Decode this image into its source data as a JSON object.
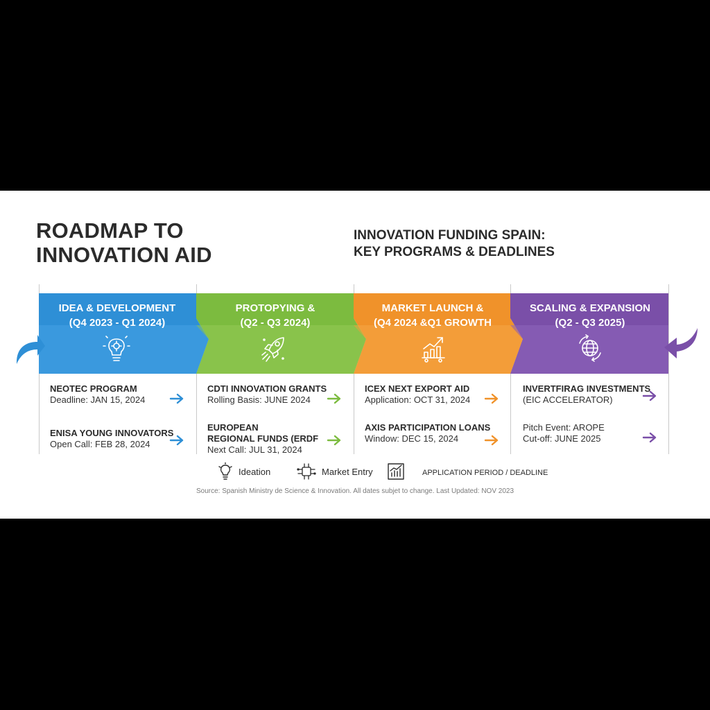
{
  "header": {
    "title_line1": "ROADMAP TO",
    "title_line2": "INNOVATION AID",
    "subtitle_line1": "INNOVATION FUNDING SPAIN:",
    "subtitle_line2": "KEY PROGRAMS & DEADLINES"
  },
  "colors": {
    "blue": "#2e8fd6",
    "green": "#7cbb3f",
    "orange": "#f0922a",
    "purple": "#7a4fa8",
    "text": "#2b2b2b",
    "divider": "#c9c9c9"
  },
  "phases": [
    {
      "line1": "IDEA & DEVELOPMENT",
      "line2": "(Q4 2023 - Q1 2024)",
      "icon": "lightbulb-gear-icon",
      "color": "#2e8fd6",
      "programs": [
        {
          "name": "NEOTEC PROGRAM",
          "detail": "Deadline: JAN 15, 2024"
        },
        {
          "name": "ENISA YOUNG INNOVATORS",
          "detail": "Open Call: FEB 28, 2024"
        }
      ]
    },
    {
      "line1": "PROTOPYING &",
      "line2": "(Q2 - Q3 2024)",
      "icon": "rocket-icon",
      "color": "#7cbb3f",
      "programs": [
        {
          "name": "CDTI INNOVATION GRANTS",
          "detail": "Rolling Basis: JUNE 2024"
        },
        {
          "name_line1": "EUROPEAN",
          "name_line2": "REGIONAL FUNDS (ERDF",
          "detail": "Next Call: JUL 31, 2024"
        }
      ]
    },
    {
      "line1": "MARKET LAUNCH &",
      "line2": "(Q4 2024 &Q1 GROWTH",
      "icon": "growth-chart-icon",
      "color": "#f0922a",
      "programs": [
        {
          "name": "ICEX NEXT EXPORT AID",
          "detail": "Application: OCT 31, 2024"
        },
        {
          "name": "AXIS PARTICIPATION LOANS",
          "detail": "Window: DEC 15, 2024"
        }
      ]
    },
    {
      "line1": "SCALING & EXPANSION",
      "line2": "(Q2 - Q3 2025)",
      "icon": "globe-icon",
      "color": "#7a4fa8",
      "programs": [
        {
          "name": "INVERTFIRAG INVESTMENTS",
          "detail": "(EIC ACCELERATOR)"
        },
        {
          "name": "Pitch Event: AROPE",
          "detail": "Cut-off: JUNE 2025"
        }
      ]
    }
  ],
  "legend": {
    "ideation": "Ideation",
    "market_entry": "Market Entry",
    "caption": "APPLICATION PERIOD / DEADLINE"
  },
  "source": "Source: Spanish Ministry de Science & Innovation. All dates subjet to change. Last Updated: NOV 2023"
}
